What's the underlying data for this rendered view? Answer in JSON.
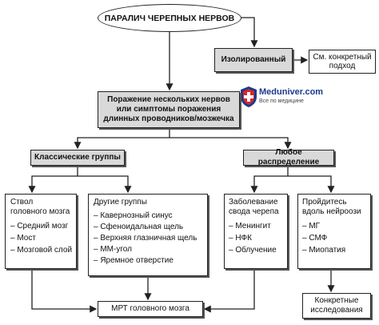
{
  "root": {
    "label": "ПАРАЛИЧ ЧЕРЕПНЫХ НЕРВОВ"
  },
  "isolated": {
    "label": "Изолированный",
    "link": "См. конкретный подход"
  },
  "multiple": {
    "label": "Поражение нескольких нервов или симптомы поражения длинных проводников/мозжечка"
  },
  "logo": {
    "name": "Meduniver.com",
    "tagline": "Все по медицине"
  },
  "classic": {
    "label": "Классические группы"
  },
  "anydist": {
    "label": "Любое распределение"
  },
  "brainstem": {
    "title": "Ствол головного мозга",
    "items": [
      "– Средний мозг",
      "– Мост",
      "– Мозговой слой"
    ]
  },
  "other": {
    "title": "Другие группы",
    "items": [
      "– Кавернозный синус",
      "– Сфеноидальная щель",
      "– Верхняя глазничная щель",
      "– ММ-угол",
      "– Яремное отверстие"
    ]
  },
  "skull": {
    "title": "Заболевание свода черепа",
    "items": [
      "– Менингит",
      "– НФК",
      "– Облучение"
    ]
  },
  "neuro": {
    "title": "Пройдитесь вдоль нейроози",
    "items": [
      "– МГ",
      "– СМФ",
      "– Миопатия"
    ]
  },
  "mri": {
    "label": "МРТ головного мозга"
  },
  "specific": {
    "label": "Конкретные исследования"
  },
  "colors": {
    "stroke": "#222222",
    "shaded": "#d9d9d9",
    "logo_blue": "#1a3a8a",
    "logo_red": "#d62828"
  }
}
